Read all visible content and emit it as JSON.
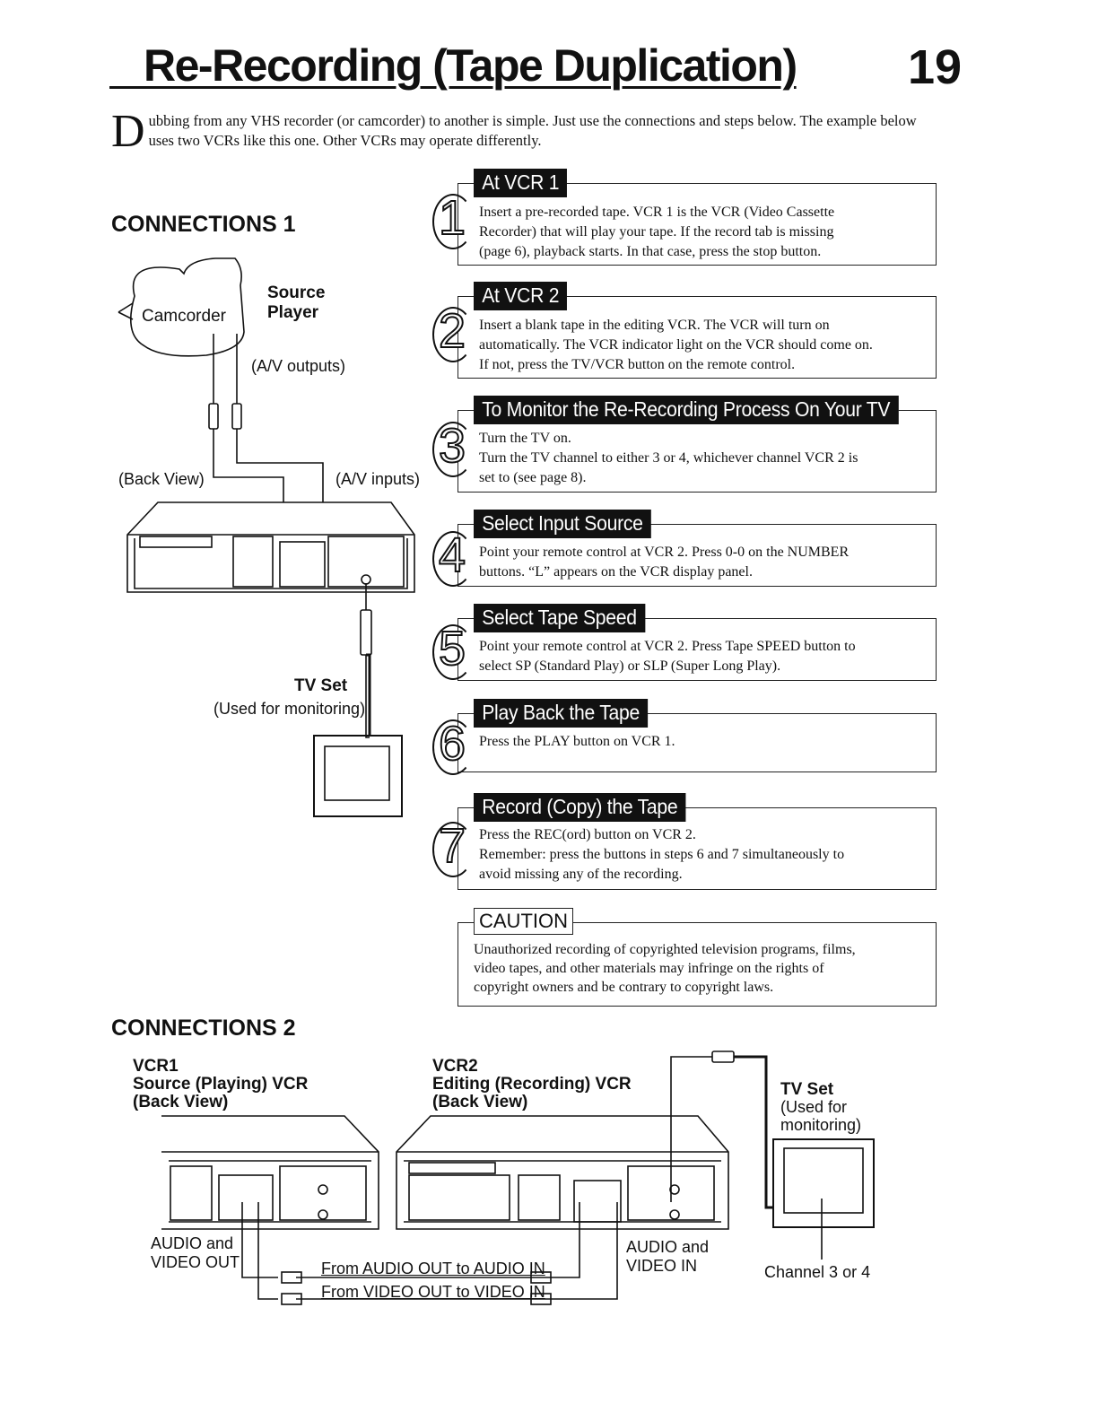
{
  "header": {
    "title": "Re-Recording (Tape Duplication)",
    "page_number": "19"
  },
  "intro": {
    "dropcap": "D",
    "text": "ubbing from any VHS recorder (or camcorder) to another is simple. Just use the connections and steps below. The example below uses two VCRs like this one. Other VCRs may operate differently."
  },
  "connections1": {
    "heading": "CONNECTIONS 1",
    "camcorder": "Camcorder",
    "source_player_1": "Source",
    "source_player_2": "Player",
    "av_outputs": "(A/V outputs)",
    "back_view": "(Back View)",
    "av_inputs": "(A/V inputs)",
    "tv_set": "TV Set",
    "tv_used": "(Used for monitoring)"
  },
  "steps": [
    {
      "num": "1",
      "head": "At VCR 1",
      "lines": [
        "Insert a pre-recorded tape. VCR 1 is the VCR (Video Cassette",
        "Recorder) that will play your tape. If the record tab is missing",
        "(page 6), playback starts. In that case, press the stop button."
      ]
    },
    {
      "num": "2",
      "head": "At VCR 2",
      "lines": [
        "Insert a blank tape in the editing VCR. The VCR will turn on",
        "automatically. The VCR indicator light on the VCR should come on.",
        "If not, press the TV/VCR button on the remote control."
      ]
    },
    {
      "num": "3",
      "head": "To Monitor the Re-Recording Process On Your TV",
      "lines": [
        "Turn the TV on.",
        "Turn the TV channel to either 3 or 4, whichever channel VCR 2 is",
        "set to (see page 8)."
      ]
    },
    {
      "num": "4",
      "head": "Select Input Source",
      "lines": [
        "Point your remote control at VCR 2. Press 0-0 on the NUMBER",
        "buttons. “L” appears on the VCR display panel."
      ]
    },
    {
      "num": "5",
      "head": "Select Tape Speed",
      "lines": [
        "Point your remote control at VCR 2. Press Tape SPEED button to",
        "select SP (Standard Play) or SLP (Super Long Play)."
      ]
    },
    {
      "num": "6",
      "head": "Play Back the Tape",
      "lines": [
        "Press the PLAY button on VCR 1."
      ]
    },
    {
      "num": "7",
      "head": "Record (Copy) the Tape",
      "lines": [
        "Press the REC(ord) button on VCR 2.",
        "Remember: press the buttons in steps 6 and 7 simultaneously to",
        "avoid missing any of the recording."
      ]
    }
  ],
  "caution": {
    "head": "CAUTION",
    "lines": [
      "Unauthorized recording of copyrighted television programs, films,",
      "video tapes, and other materials may infringe on the rights of",
      "copyright owners and be contrary to copyright laws."
    ]
  },
  "connections2": {
    "heading": "CONNECTIONS 2",
    "vcr1_1": "VCR1",
    "vcr1_2": "Source (Playing) VCR",
    "vcr1_3": "(Back View)",
    "vcr2_1": "VCR2",
    "vcr2_2": "Editing (Recording) VCR",
    "vcr2_3": "(Back View)",
    "tv_1": "TV Set",
    "tv_2": "(Used for",
    "tv_3": "monitoring)",
    "av_out_1": "AUDIO and",
    "av_out_2": "VIDEO OUT",
    "av_in_1": "AUDIO and",
    "av_in_2": "VIDEO IN",
    "from_audio": "From AUDIO OUT to AUDIO IN",
    "from_video": "From VIDEO OUT to VIDEO IN",
    "channel": "Channel 3 or 4"
  }
}
